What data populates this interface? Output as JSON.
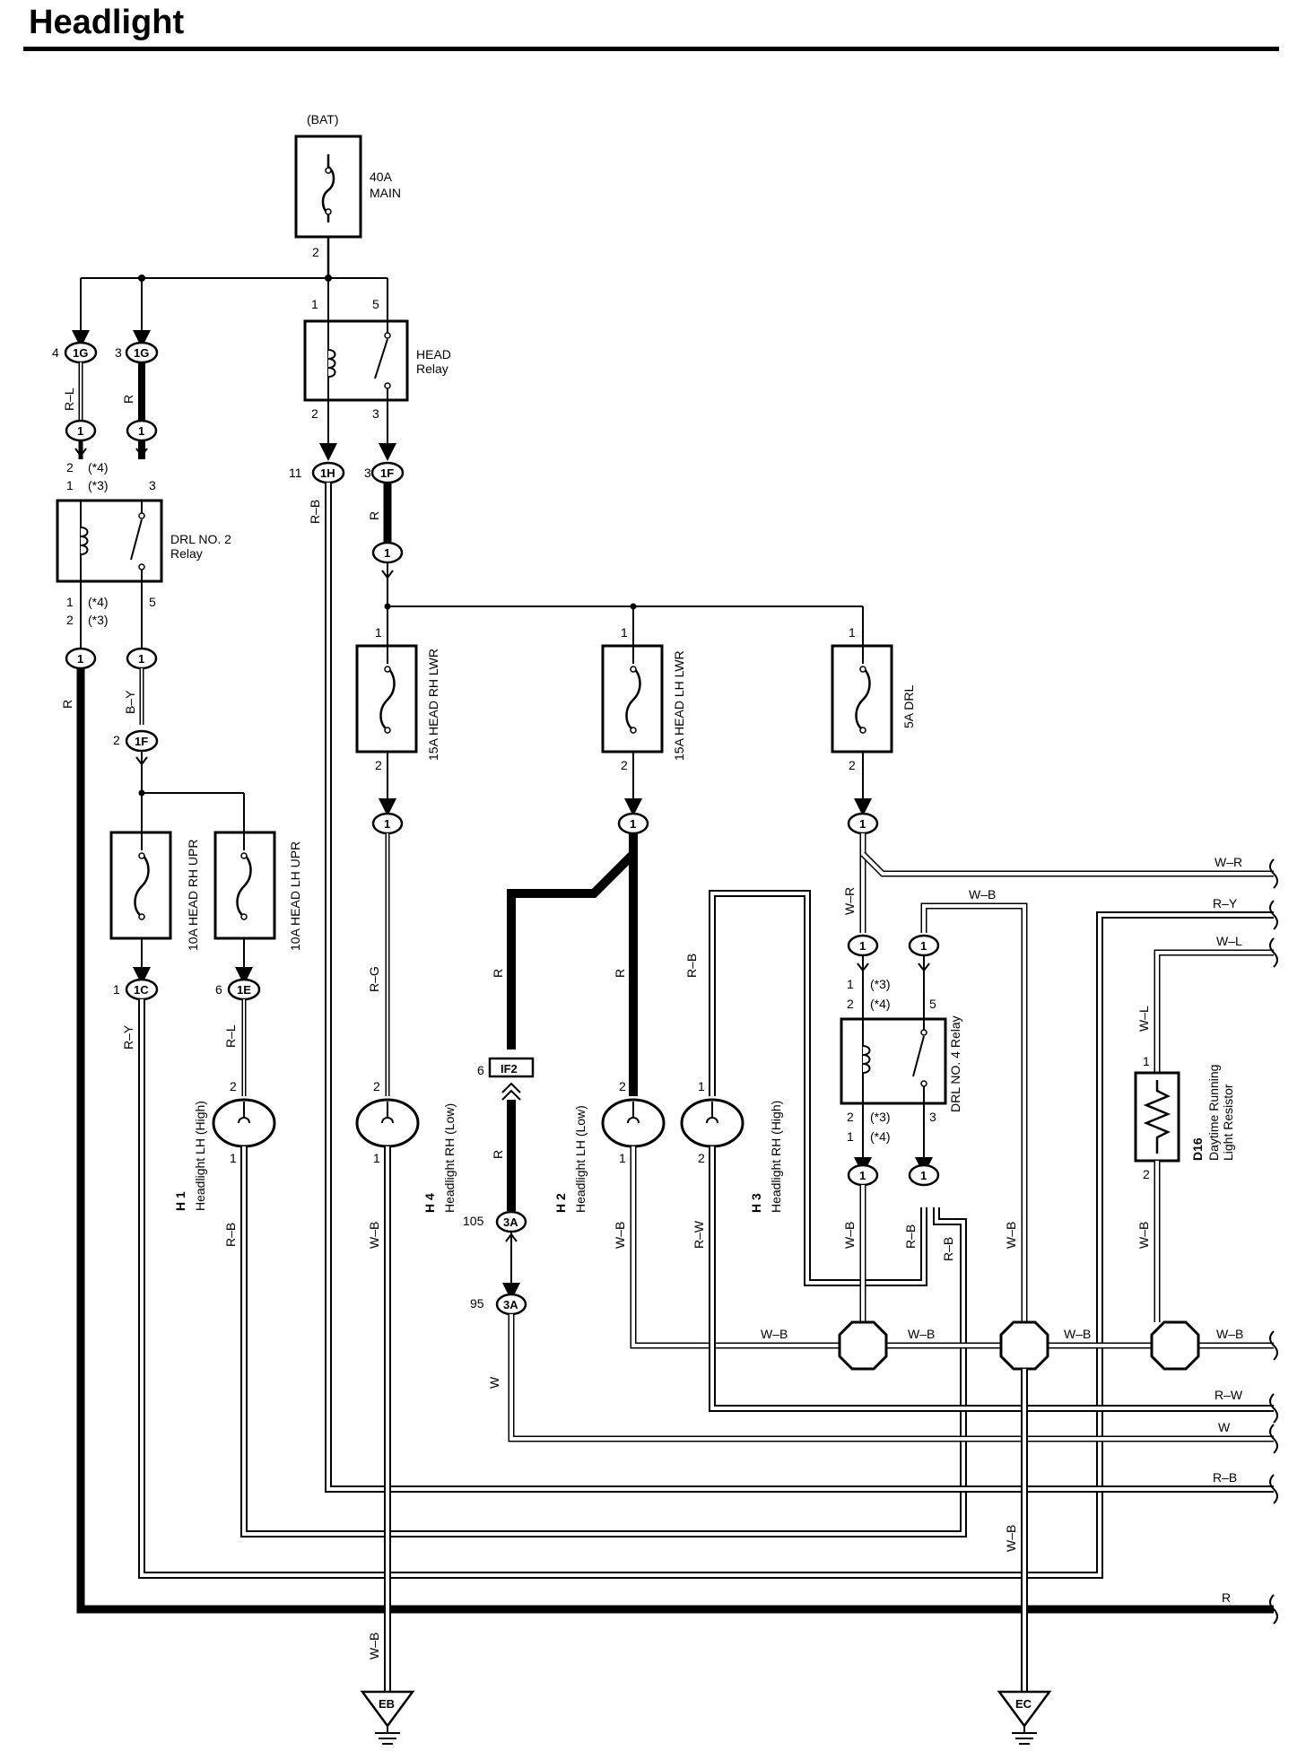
{
  "title": "Headlight",
  "battery": "(BAT)",
  "main_fuse": {
    "amp": "40A",
    "name": "MAIN",
    "pin": "2"
  },
  "head_relay": {
    "name": "HEAD",
    "sub": "Relay",
    "pins": [
      "1",
      "5",
      "2",
      "3"
    ]
  },
  "drl2_relay": {
    "name": "DRL NO. 2",
    "sub": "Relay",
    "pin_top_a": "2",
    "pin_top_a_note": "(*4)",
    "pin_top_b": "1",
    "pin_top_b_note": "(*3)",
    "pin_top_c": "3",
    "pin_bot_a": "1",
    "pin_bot_a_note": "(*4)",
    "pin_bot_b": "2",
    "pin_bot_b_note": "(*3)",
    "pin_bot_c": "5"
  },
  "drl4_relay": {
    "name": "DRL NO. 4 Relay",
    "pin_top_a": "1",
    "pin_top_a_note": "(*3)",
    "pin_top_b": "2",
    "pin_top_b_note": "(*4)",
    "pin_top_c": "5",
    "pin_bot_a": "2",
    "pin_bot_a_note": "(*3)",
    "pin_bot_b": "1",
    "pin_bot_b_note": "(*4)",
    "pin_bot_c": "3"
  },
  "fuses": {
    "rh_lwr": "15A HEAD RH LWR",
    "lh_lwr": "15A HEAD LH LWR",
    "drl": "5A DRL",
    "rh_upr": "10A HEAD RH UPR",
    "lh_upr": "10A HEAD LH UPR"
  },
  "connectors": {
    "c1g_a": "1G",
    "c1g_a_pin": "4",
    "c1g_b": "1G",
    "c1g_b_pin": "3",
    "c1h": "1H",
    "c1h_pin": "11",
    "c1f_a": "1F",
    "c1f_a_pin": "3",
    "c1f_b": "1F",
    "c1f_b_pin": "2",
    "c1c": "1C",
    "c1c_pin": "1",
    "c1e": "1E",
    "c1e_pin": "6",
    "if2": "IF2",
    "if2_pin": "6",
    "c3a_a": "3A",
    "c3a_a_pin": "105",
    "c3a_b": "3A",
    "c3a_b_pin": "95",
    "one": "1"
  },
  "components": {
    "h1_id": "H 1",
    "h1_name": "Headlight LH (High)",
    "h4_id": "H 4",
    "h4_name": "Headlight RH (Low)",
    "h2_id": "H 2",
    "h2_name": "Headlight LH (Low)",
    "h3_id": "H 3",
    "h3_name": "Headlight RH (High)",
    "d16_id": "D16",
    "d16_name": "Daytime Running",
    "d16_name2": "Light Resistor"
  },
  "pins": {
    "p1": "1",
    "p2": "2",
    "p3": "3",
    "p5": "5"
  },
  "wires": {
    "rl": "R–L",
    "r": "R",
    "rb": "R–B",
    "by": "B–Y",
    "ry": "R–Y",
    "rg": "R–G",
    "wb": "W–B",
    "wr": "W–R",
    "wl": "W–L",
    "rw": "R–W",
    "w": "W"
  },
  "right_edge": [
    "W–R",
    "R–Y",
    "W–L",
    "W–B",
    "R–W",
    "W",
    "R–B",
    "R"
  ],
  "grounds": {
    "eb": "EB",
    "ec": "EC"
  }
}
